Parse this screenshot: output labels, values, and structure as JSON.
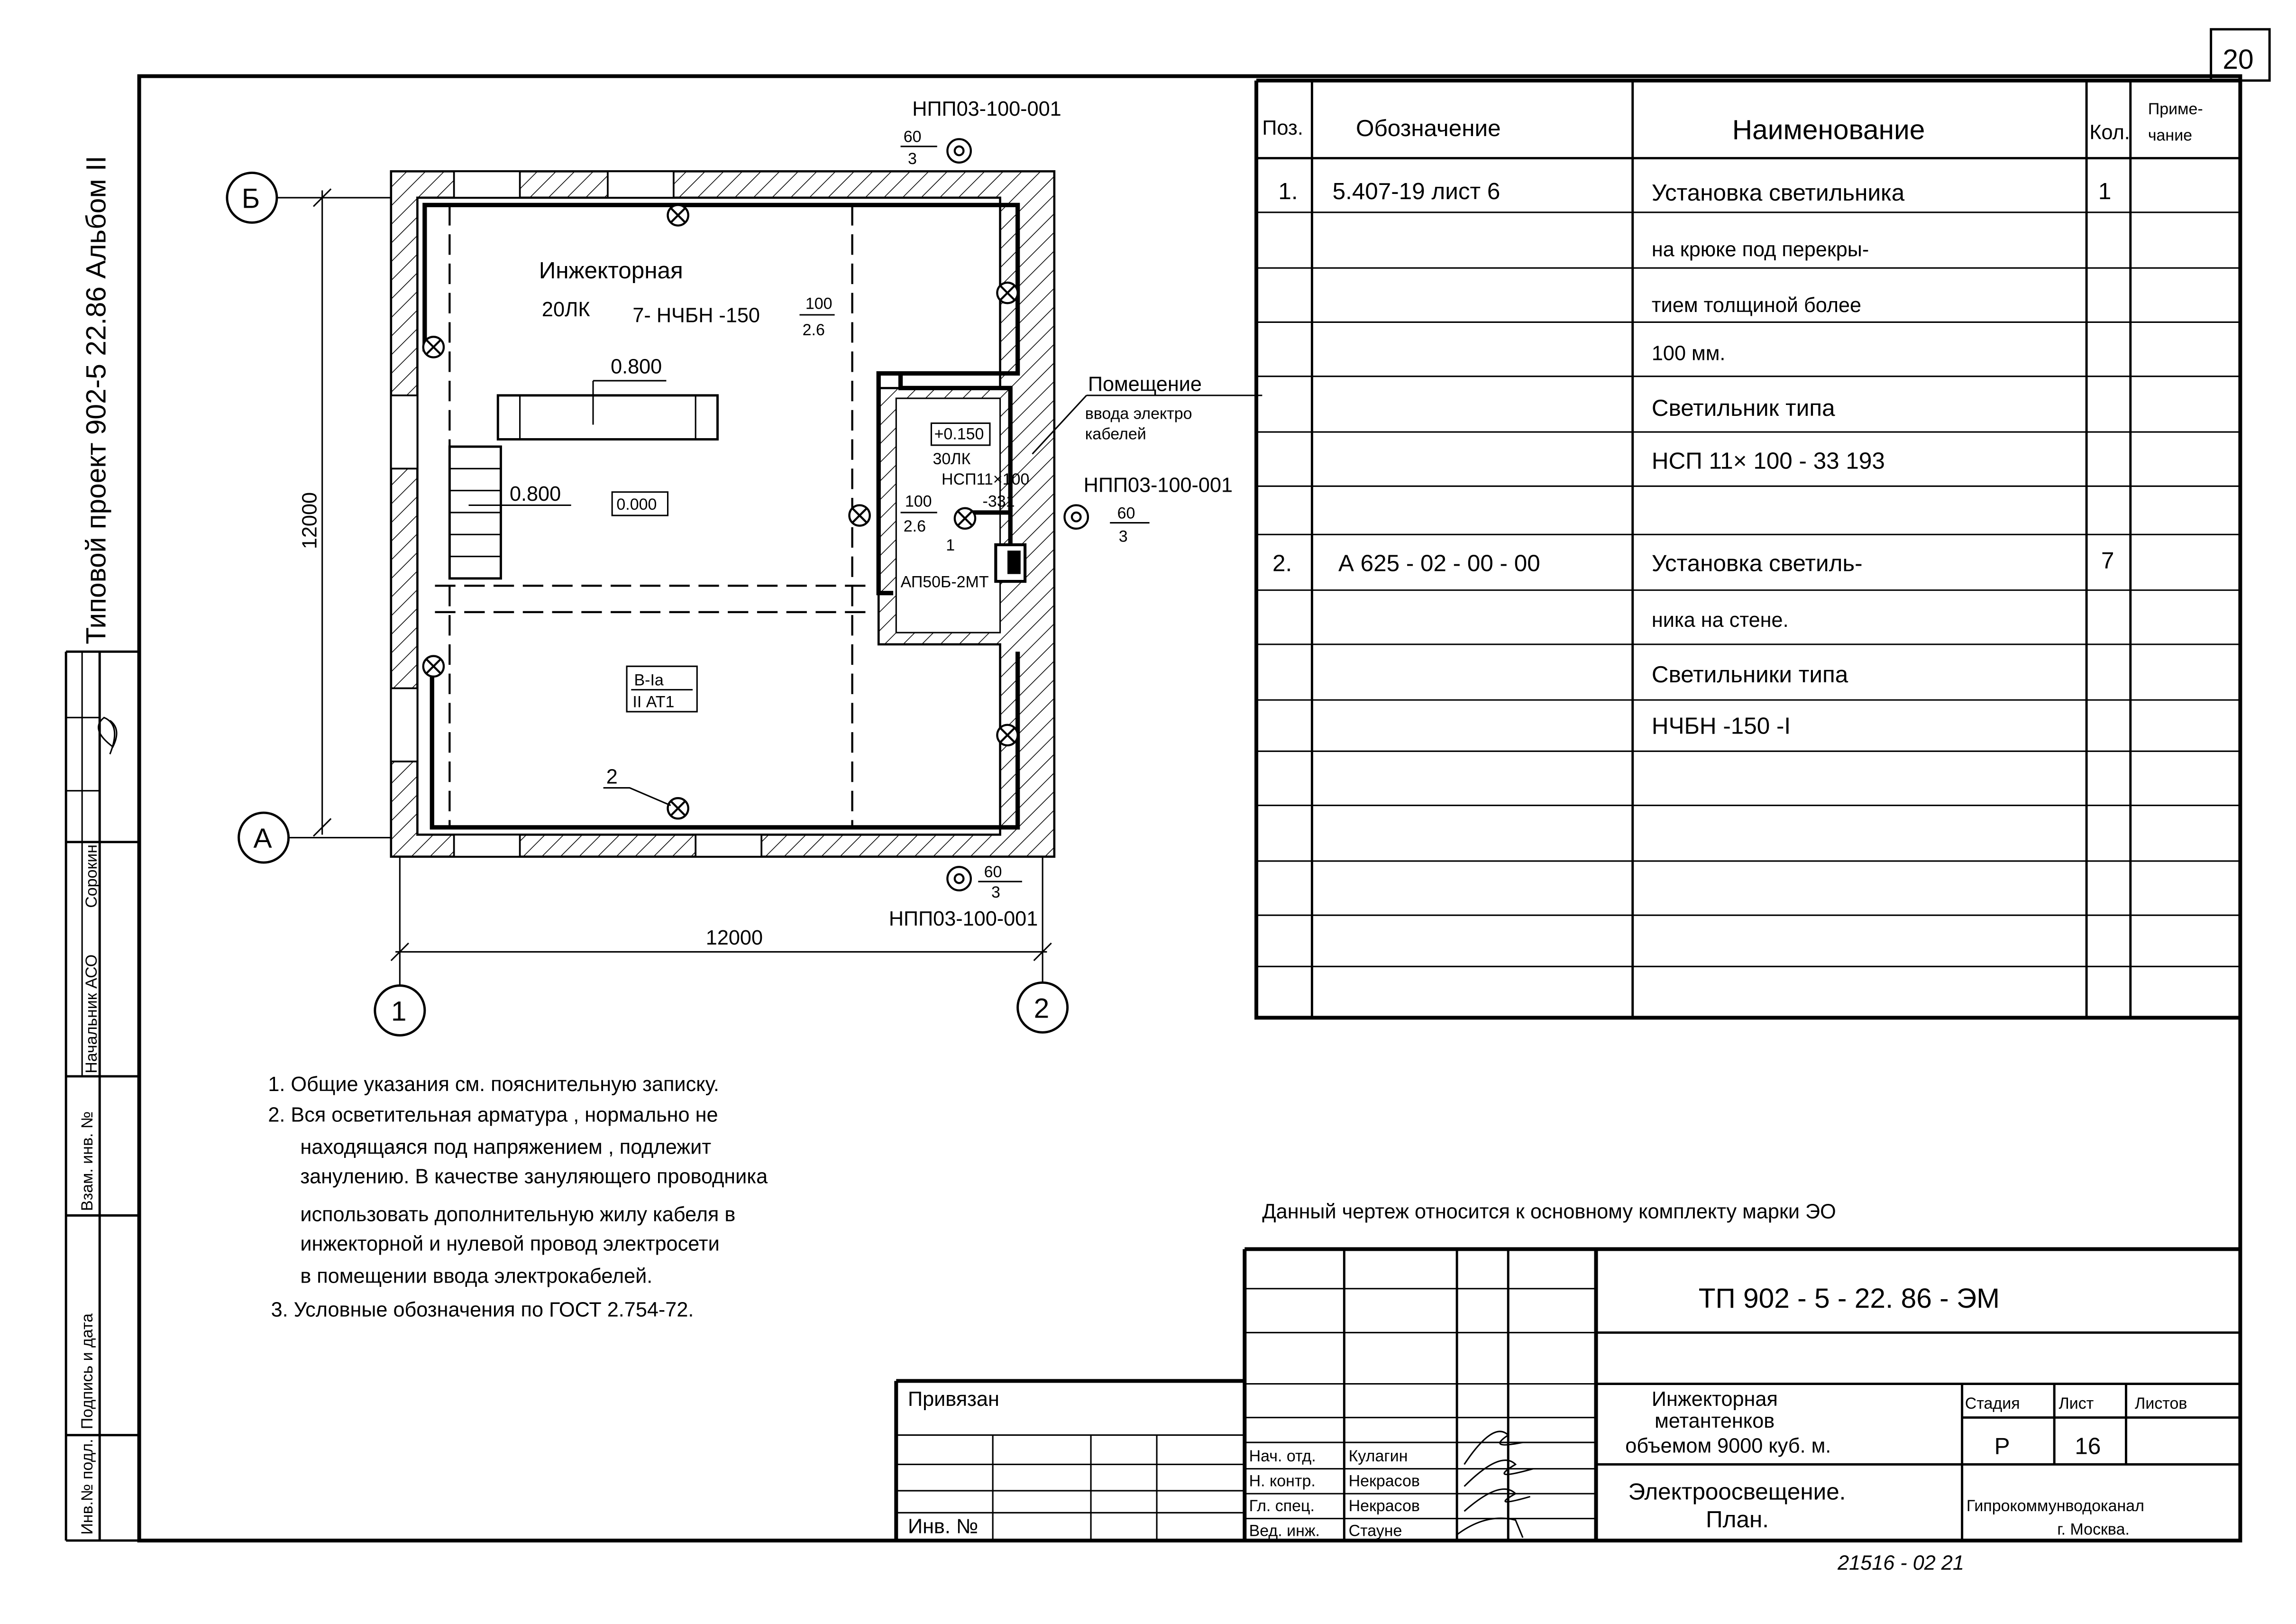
{
  "sheet": {
    "page_number": "20"
  },
  "left_strip": {
    "album_title": "Типовой проект 902-5 22.86 Альбом II",
    "stamp_labels": [
      "Начальник АСО",
      "Сорокин",
      "Инв.№ подл.",
      "Подпись и дата",
      "Взам. инв. №"
    ]
  },
  "plan": {
    "axis_labels": {
      "b": "Б",
      "a": "А",
      "one": "1",
      "two": "2"
    },
    "dim_vertical": "12000",
    "dim_horizontal": "12000",
    "socket_top": {
      "label": "НПП03-100-001",
      "num": "60",
      "den": "3"
    },
    "socket_right": {
      "label": "НПП03-100-001",
      "num": "60",
      "den": "3"
    },
    "socket_bottom": {
      "label": "НПП03-100-001",
      "num": "60",
      "den": "3"
    },
    "room_main": {
      "name": "Инжекторная",
      "lux": "20ЛК",
      "lamps": "7- НЧБН -150",
      "num": "100",
      "den": "2.6"
    },
    "level_window": "0.800",
    "level_stair": "0.800",
    "level_floor": "0.000",
    "room_small": {
      "level": "+0.150",
      "lux": "30ЛК",
      "lamp": "НСП11×100",
      "lamp2": "-331",
      "num": "100",
      "den": "2.6",
      "pos": "1",
      "panel": "АП50Б-2МТ"
    },
    "room_entry": {
      "line1": "Помещение",
      "line2": "ввода электро",
      "line3": "кабелей"
    },
    "zone_class": {
      "top": "В-Iа",
      "bottom": "II АТ1"
    },
    "pos_marker": "2"
  },
  "spec_table": {
    "headers": {
      "pos": "Поз.",
      "designation": "Обозначение",
      "name": "Наименование",
      "qty": "Кол.",
      "note1": "Приме-",
      "note2": "чание"
    },
    "rows": [
      {
        "pos": "1.",
        "designation": "5.407-19  лист 6",
        "name": "Установка   светильника",
        "qty": "1"
      },
      {
        "name": "на   крюке   под   перекры-"
      },
      {
        "name": "тием   толщиной   более"
      },
      {
        "name": "100 мм."
      },
      {
        "name": "Светильник   типа"
      },
      {
        "name": "НСП 11× 100 - 33 193"
      },
      {
        "pos": "2.",
        "designation": "А 625 - 02 - 00 - 00",
        "name": "Установка   светиль-",
        "qty": "7"
      },
      {
        "name": "ника   на   стене."
      },
      {
        "name": "Светильники   типа"
      },
      {
        "name": "НЧБН -150 -I"
      }
    ]
  },
  "notes": [
    "1. Общие   указания   см.  пояснительную   записку.",
    "2. Вся   осветительная   арматура ,  нормально   не",
    "находящаяся   под   напряжением ,  подлежит",
    "занулению.  В  качестве   зануляющего   проводника",
    "использовать   дополнительную   жилу   кабеля  в",
    "инжекторной   и  нулевой   провод   электросети",
    "в  помещении   ввода   электрокабелей.",
    "3. Условные   обозначения   по   ГОСТ 2.754-72."
  ],
  "reference_note": "Данный   чертеж   относится   к  основному   комплекту   марки ЭО",
  "title_block": {
    "code": "ТП 902 - 5 - 22. 86   -   ЭМ",
    "object_line1": "Инжекторная",
    "object_line2": "метантенков",
    "object_line3": "объемом   9000  куб. м.",
    "stage_label": "Стадия",
    "sheet_label": "Лист",
    "sheets_label": "Листов",
    "stage": "Р",
    "sheet": "16",
    "sheets": "",
    "drawing_title1": "Электроосвещение.",
    "drawing_title2": "План.",
    "org1": "Гипрокоммунводоканал",
    "org2": "г. Москва.",
    "bound_label": "Привязан",
    "inv_label": "Инв. №",
    "signers": [
      {
        "role": "Нач. отд.",
        "name": "Кулагин"
      },
      {
        "role": "Н. контр.",
        "name": "Некрасов"
      },
      {
        "role": "Гл. спец.",
        "name": "Некрасов"
      },
      {
        "role": "Вед. инж.",
        "name": "Стауне"
      }
    ],
    "stamp_number": "21516 - 02     21"
  }
}
